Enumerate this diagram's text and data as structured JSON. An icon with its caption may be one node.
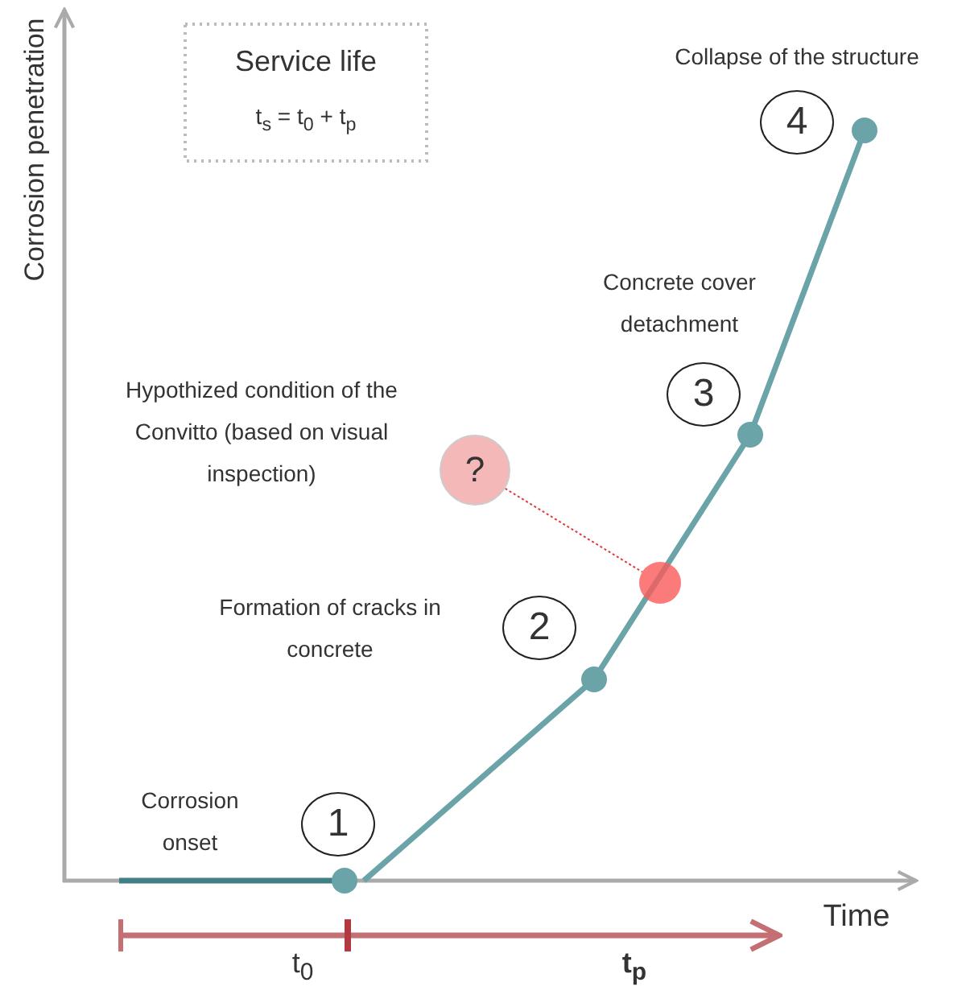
{
  "diagram": {
    "nodes": [
      {
        "text": [
          "Service life",
          "t$_{s}$ = t$_{0}$ + t$_{p}$"
        ]
      },
      {
        "text": [
          "1"
        ],
        "beside": [
          "Corrosion onset"
        ]
      },
      {
        "text": [
          "2"
        ],
        "beside": [
          "Formation of cracks in concrete"
        ]
      },
      {
        "text": [
          "3"
        ],
        "beside": [
          "Concrete cover detachment"
        ]
      },
      {
        "text": [
          "4"
        ],
        "beside": [
          "Collapse of the structure"
        ]
      },
      {
        "text": [
          "?"
        ],
        "beside": [
          "Hypothized condition of the Convitto (based on visual inspection)"
        ]
      },
      {
        "text": [],
        "shape": "circle"
      }
    ],
    "edges": [
      {
        "from": 5,
        "to": 6,
        "arrow": "none",
        "style": "dashed",
        "color": "#e03a3a"
      }
    ],
    "labels": [
      "Corrosion penetration",
      "Time",
      "t$_{0}$",
      "t$_{p}$"
    ]
  }
}
